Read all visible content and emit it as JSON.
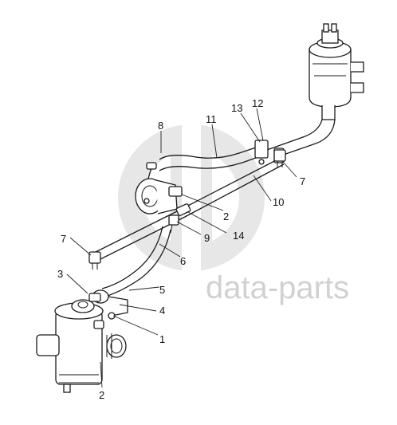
{
  "watermark": {
    "text": "data-parts",
    "color": "#c9c9c9"
  },
  "callouts": [
    {
      "id": "c-8",
      "text": "8"
    },
    {
      "id": "c-11",
      "text": "11"
    },
    {
      "id": "c-13",
      "text": "13"
    },
    {
      "id": "c-12",
      "text": "12"
    },
    {
      "id": "c-7a",
      "text": "7"
    },
    {
      "id": "c-10",
      "text": "10"
    },
    {
      "id": "c-2a",
      "text": "2"
    },
    {
      "id": "c-9",
      "text": "9"
    },
    {
      "id": "c-14",
      "text": "14"
    },
    {
      "id": "c-7b",
      "text": "7"
    },
    {
      "id": "c-6",
      "text": "6"
    },
    {
      "id": "c-3",
      "text": "3"
    },
    {
      "id": "c-5",
      "text": "5"
    },
    {
      "id": "c-4",
      "text": "4"
    },
    {
      "id": "c-1",
      "text": "1"
    },
    {
      "id": "c-2b",
      "text": "2"
    }
  ]
}
